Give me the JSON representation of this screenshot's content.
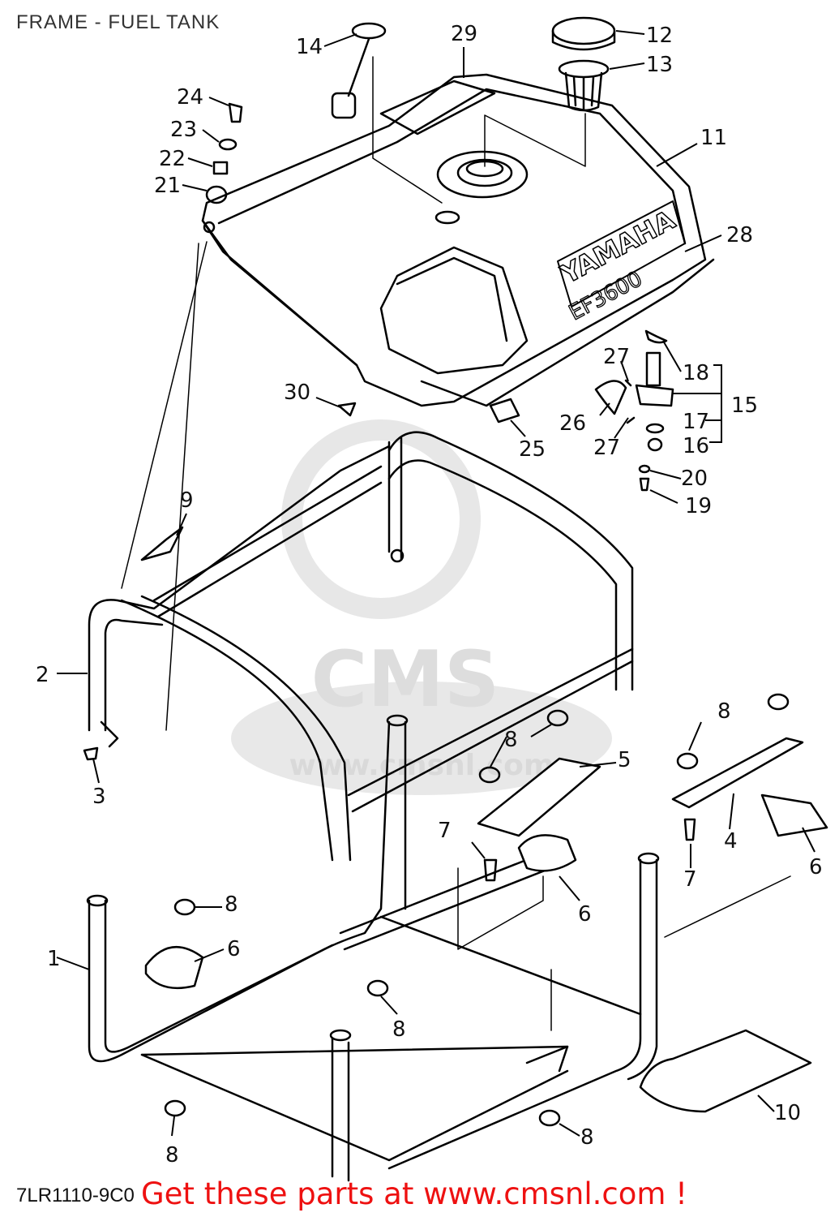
{
  "diagram": {
    "title": "FRAME - FUEL TANK",
    "drawing_code": "7LR1110-9C0",
    "promo_text": "Get these parts at www.cmsnl.com !",
    "tank_brand": "YAMAHA",
    "tank_model": "EF3600",
    "watermark_brand": "CMS",
    "watermark_url": "www.cmsnl.com",
    "colors": {
      "line": "#000000",
      "promo": "#ee1111",
      "watermark": "#dddddd"
    },
    "callouts": [
      {
        "id": "c1",
        "label": "1"
      },
      {
        "id": "c2",
        "label": "2"
      },
      {
        "id": "c3",
        "label": "3"
      },
      {
        "id": "c4",
        "label": "4"
      },
      {
        "id": "c5",
        "label": "5"
      },
      {
        "id": "c6a",
        "label": "6"
      },
      {
        "id": "c6b",
        "label": "6"
      },
      {
        "id": "c6c",
        "label": "6"
      },
      {
        "id": "c7a",
        "label": "7"
      },
      {
        "id": "c7b",
        "label": "7"
      },
      {
        "id": "c8a",
        "label": "8"
      },
      {
        "id": "c8b",
        "label": "8"
      },
      {
        "id": "c8c",
        "label": "8"
      },
      {
        "id": "c8d",
        "label": "8"
      },
      {
        "id": "c8e",
        "label": "8"
      },
      {
        "id": "c8f",
        "label": "8"
      },
      {
        "id": "c9",
        "label": "9"
      },
      {
        "id": "c10",
        "label": "10"
      },
      {
        "id": "c11",
        "label": "11"
      },
      {
        "id": "c12",
        "label": "12"
      },
      {
        "id": "c13",
        "label": "13"
      },
      {
        "id": "c14",
        "label": "14"
      },
      {
        "id": "c15",
        "label": "15"
      },
      {
        "id": "c16",
        "label": "16"
      },
      {
        "id": "c17",
        "label": "17"
      },
      {
        "id": "c18",
        "label": "18"
      },
      {
        "id": "c19",
        "label": "19"
      },
      {
        "id": "c20",
        "label": "20"
      },
      {
        "id": "c21",
        "label": "21"
      },
      {
        "id": "c22",
        "label": "22"
      },
      {
        "id": "c23",
        "label": "23"
      },
      {
        "id": "c24",
        "label": "24"
      },
      {
        "id": "c25",
        "label": "25"
      },
      {
        "id": "c26",
        "label": "26"
      },
      {
        "id": "c27a",
        "label": "27"
      },
      {
        "id": "c27b",
        "label": "27"
      },
      {
        "id": "c28",
        "label": "28"
      },
      {
        "id": "c29",
        "label": "29"
      },
      {
        "id": "c30",
        "label": "30"
      }
    ]
  }
}
